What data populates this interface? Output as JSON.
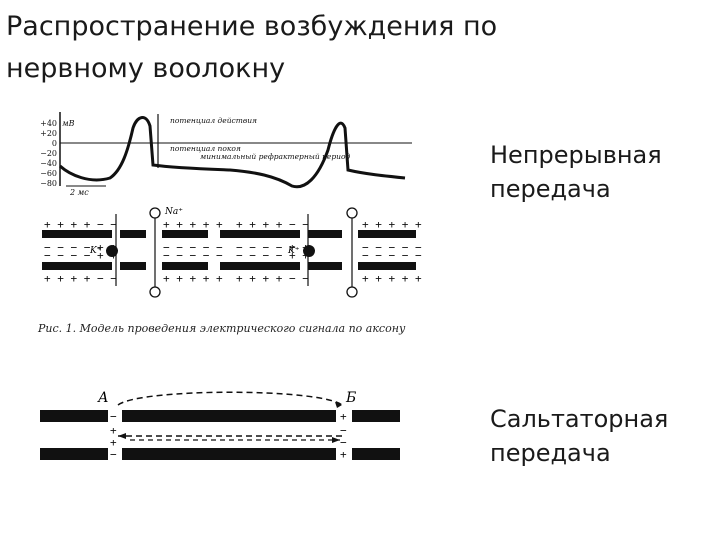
{
  "slide": {
    "title": "Распространение возбуждения по нервному воолокну",
    "labels": {
      "continuous": "Непрерывная передача",
      "saltatory": "Сальтаторная передача"
    }
  },
  "figure1": {
    "axis_unit": "мВ",
    "ticks": [
      "+40",
      "+20",
      "0",
      "−20",
      "−40",
      "−60",
      "−80"
    ],
    "text_action_potential": "потенциал действия",
    "text_resting_potential": "потенциал покоя",
    "text_refractory": "минимальный рефрактерный период",
    "text_time": "2 мс",
    "ion_na": "Na⁺",
    "ion_k": "K⁺",
    "caption": "Рис.   1. Модель проведения электрического сигнала по аксону"
  },
  "figure2": {
    "node_a": "А",
    "node_b": "Б"
  }
}
